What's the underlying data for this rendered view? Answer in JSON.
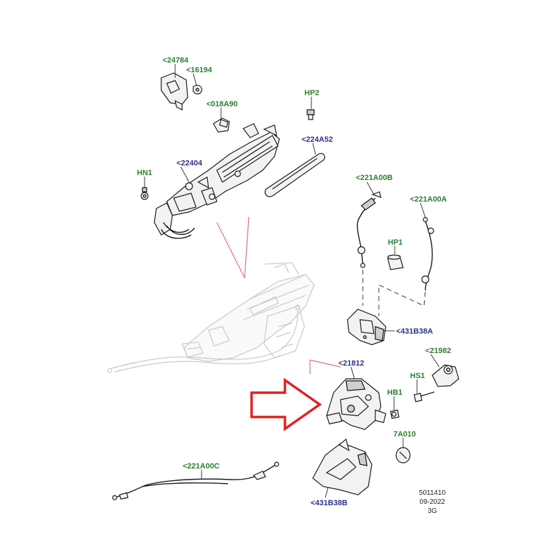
{
  "colors": {
    "green_label": "#2e7d32",
    "blue_label": "#2b2f8f",
    "arrow": "#e02020",
    "ghost": "#c9c9c9",
    "leader_red": "#e07070"
  },
  "labels": {
    "p24784": "<24784",
    "p16194": "<16194",
    "p018A90": "<018A90",
    "pHP2": "HP2",
    "p224A52": "<224A52",
    "p22404": "<22404",
    "pHN1": "HN1",
    "p221A00B": "<221A00B",
    "p221A00A": "<221A00A",
    "pHP1": "HP1",
    "p431B38A": "<431B38A",
    "p21812": "<21812",
    "p21982": "<21982",
    "pHS1": "HS1",
    "pHB1": "HB1",
    "p7A010": "7A010",
    "p221A00C": "<221A00C",
    "p431B38B": "<431B38B"
  },
  "reference": {
    "number": "5011410",
    "date": "09-2022",
    "code": "3G"
  },
  "icons": {
    "callout_arrow": "outline-arrow-right-icon"
  }
}
